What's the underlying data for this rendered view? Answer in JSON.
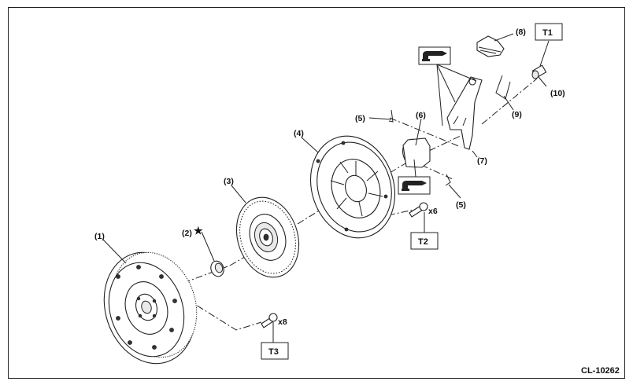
{
  "diagram": {
    "reference_code": "CL-10262",
    "parts": [
      {
        "id": "1",
        "label": "(1)"
      },
      {
        "id": "2",
        "label": "(2)"
      },
      {
        "id": "3",
        "label": "(3)"
      },
      {
        "id": "4",
        "label": "(4)"
      },
      {
        "id": "5a",
        "label": "(5)"
      },
      {
        "id": "5b",
        "label": "(5)"
      },
      {
        "id": "6",
        "label": "(6)"
      },
      {
        "id": "7",
        "label": "(7)"
      },
      {
        "id": "8",
        "label": "(8)"
      },
      {
        "id": "9",
        "label": "(9)"
      },
      {
        "id": "10",
        "label": "(10)"
      }
    ],
    "torque_boxes": [
      {
        "id": "T1",
        "label": "T1"
      },
      {
        "id": "T2",
        "label": "T2"
      },
      {
        "id": "T3",
        "label": "T3"
      }
    ],
    "quantities": {
      "pressure_plate_bolts": "x6",
      "flywheel_bolts": "x8"
    },
    "star_symbol": "★",
    "icons": [
      "grease-icon",
      "grease-icon",
      "grease-icon"
    ]
  }
}
